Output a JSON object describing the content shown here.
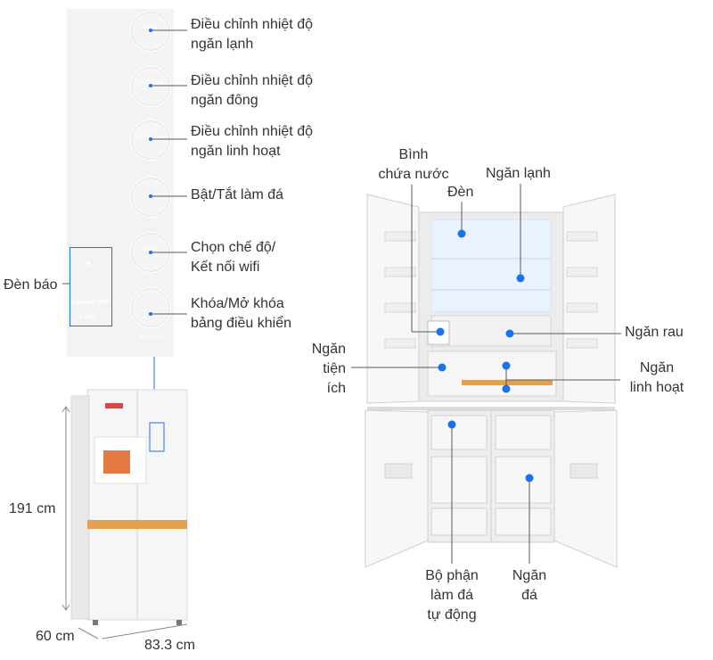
{
  "control_panel": {
    "indicator_box_labels": [
      "Locking OFF",
      "Lock"
    ],
    "panel_footer": "Hold 3sec",
    "buttons": [
      {
        "text": "Fridge"
      },
      {
        "text": "Freezer"
      },
      {
        "text": "Cooling Zone"
      },
      {
        "text": ""
      },
      {
        "text": "Mode"
      },
      {
        "text": ""
      }
    ]
  },
  "labels": {
    "fridge_temp": [
      "Điều chỉnh nhiệt độ",
      "ngăn lạnh"
    ],
    "freezer_temp": [
      "Điều chỉnh nhiệt độ",
      "ngăn đông"
    ],
    "flex_temp": [
      "Điều chỉnh nhiệt độ",
      "ngăn linh hoạt"
    ],
    "ice_toggle": "Bật/Tắt làm đá",
    "mode_wifi": [
      "Chọn chế độ/",
      "Kết nối wifi"
    ],
    "panel_lock": [
      "Khóa/Mở khóa",
      "bảng điều khiển"
    ],
    "indicator": "Đèn báo",
    "water_tank": [
      "Bình",
      "chứa nước"
    ],
    "light": "Đèn",
    "fridge_compartment": "Ngăn lạnh",
    "veg_drawer": "Ngăn rau",
    "utility": [
      "Ngăn",
      "tiện",
      "ích"
    ],
    "flex_compartment": [
      "Ngăn",
      "linh hoạt"
    ],
    "ice_maker": [
      "Bộ phận",
      "làm đá",
      "tự động"
    ],
    "ice_tray": [
      "Ngăn",
      "đá"
    ]
  },
  "dimensions": {
    "height": "191 cm",
    "depth": "60 cm",
    "width": "83.3 cm"
  },
  "colors": {
    "accent_dot": "#1a73e8",
    "leader_line": "#5a5a5a",
    "panel_bg": "#f3f3f3",
    "fridge_body": "#f7f7f7",
    "gold_strip": "#e0a24a"
  }
}
